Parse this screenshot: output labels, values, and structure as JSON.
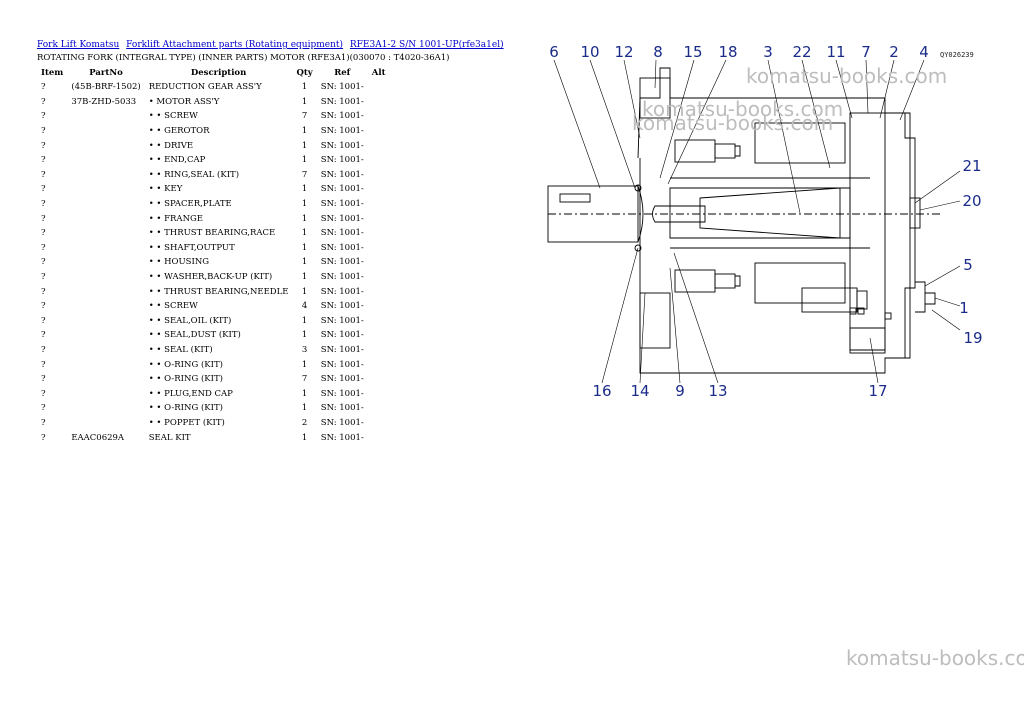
{
  "breadcrumb": {
    "link1": "Fork Lift Komatsu",
    "link2": "Forklift Attachment parts (Rotating equipment)",
    "link3": "RFE3A1-2 S/N 1001-UP(rfe3a1el)"
  },
  "page_title": "ROTATING FORK (INTEGRAL TYPE) (INNER PARTS) MOTOR (RFE3A1)(030070 : T4020-36A1)",
  "table": {
    "headers": [
      "Item",
      "PartNo",
      "Description",
      "Qty",
      "Ref",
      "Alt"
    ],
    "rows": [
      [
        "?",
        "(45B-BRF-1502)",
        "REDUCTION GEAR ASS'Y",
        "1",
        "SN: 1001-"
      ],
      [
        "?",
        "37B-ZHD-5033",
        "• MOTOR ASS'Y",
        "1",
        "SN: 1001-"
      ],
      [
        "?",
        "",
        "• • SCREW",
        "7",
        "SN: 1001-"
      ],
      [
        "?",
        "",
        "• • GEROTOR",
        "1",
        "SN: 1001-"
      ],
      [
        "?",
        "",
        "• • DRIVE",
        "1",
        "SN: 1001-"
      ],
      [
        "?",
        "",
        "• • END,CAP",
        "1",
        "SN: 1001-"
      ],
      [
        "?",
        "",
        "• • RING,SEAL (KIT)",
        "7",
        "SN: 1001-"
      ],
      [
        "?",
        "",
        "• • KEY",
        "1",
        "SN: 1001-"
      ],
      [
        "?",
        "",
        "• • SPACER,PLATE",
        "1",
        "SN: 1001-"
      ],
      [
        "?",
        "",
        "• • FRANGE",
        "1",
        "SN: 1001-"
      ],
      [
        "?",
        "",
        "• • THRUST BEARING,RACE",
        "1",
        "SN: 1001-"
      ],
      [
        "?",
        "",
        "• • SHAFT,OUTPUT",
        "1",
        "SN: 1001-"
      ],
      [
        "?",
        "",
        "• • HOUSING",
        "1",
        "SN: 1001-"
      ],
      [
        "?",
        "",
        "• • WASHER,BACK-UP (KIT)",
        "1",
        "SN: 1001-"
      ],
      [
        "?",
        "",
        "• • THRUST BEARING,NEEDLE",
        "1",
        "SN: 1001-"
      ],
      [
        "?",
        "",
        "• • SCREW",
        "4",
        "SN: 1001-"
      ],
      [
        "?",
        "",
        "• • SEAL,OIL (KIT)",
        "1",
        "SN: 1001-"
      ],
      [
        "?",
        "",
        "• • SEAL,DUST (KIT)",
        "1",
        "SN: 1001-"
      ],
      [
        "?",
        "",
        "• • SEAL (KIT)",
        "3",
        "SN: 1001-"
      ],
      [
        "?",
        "",
        "• • O-RING (KIT)",
        "1",
        "SN: 1001-"
      ],
      [
        "?",
        "",
        "• • O-RING (KIT)",
        "7",
        "SN: 1001-"
      ],
      [
        "?",
        "",
        "• • PLUG,END CAP",
        "1",
        "SN: 1001-"
      ],
      [
        "?",
        "",
        "• • O-RING (KIT)",
        "1",
        "SN: 1001-"
      ],
      [
        "?",
        "",
        "• • POPPET (KIT)",
        "2",
        "SN: 1001-"
      ],
      [
        "?",
        "EAAC0629A",
        "SEAL KIT",
        "1",
        "SN: 1001-"
      ]
    ]
  },
  "diagram": {
    "figure_code": "QY026239",
    "callouts": [
      "6",
      "10",
      "12",
      "8",
      "15",
      "18",
      "3",
      "22",
      "11",
      "7",
      "2",
      "4",
      "21",
      "20",
      "5",
      "1",
      "19",
      "16",
      "14",
      "9",
      "13",
      "17"
    ]
  },
  "watermark": "komatsu-books.com",
  "colors": {
    "link": "#0000cc",
    "callout": "#1a2b8a",
    "watermark": "#bdbdbd"
  }
}
